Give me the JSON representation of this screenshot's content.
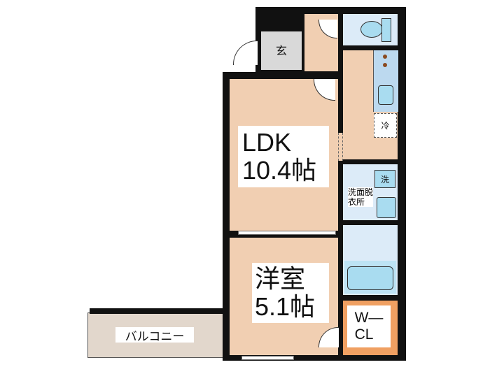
{
  "rooms": {
    "ldk": {
      "name": "LDK",
      "size": "10.4帖"
    },
    "western": {
      "name": "洋室",
      "size": "5.1帖"
    },
    "entrance": "玄",
    "fridge": "冷",
    "washer": "洗",
    "washroom": "洗面脱\n衣所",
    "closet": "W―\nCL",
    "balcony": "バルコニー"
  },
  "colors": {
    "room": "#f1cfb2",
    "wet": "#dcebf8",
    "fixture": "#a9dcf0",
    "closet": "#f0a062",
    "balcony": "#e2d7cc",
    "entrance": "#d9d9d9",
    "wall": "#111111"
  }
}
